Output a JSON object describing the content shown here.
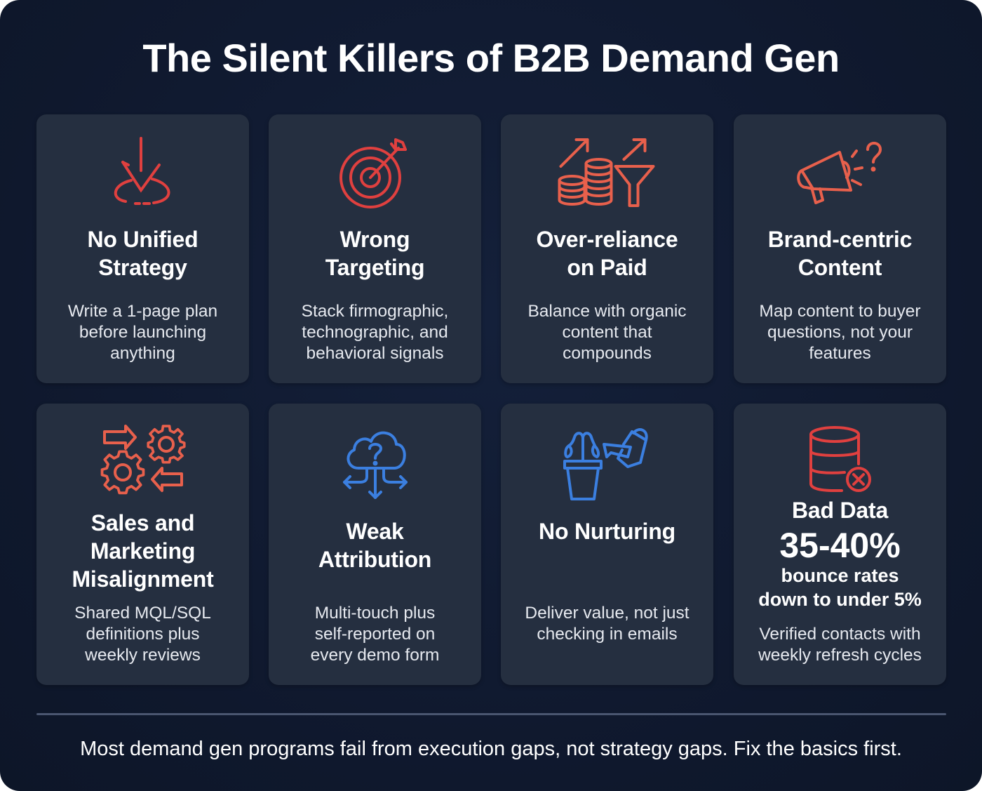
{
  "title": "The Silent Killers of B2B Demand Gen",
  "colors": {
    "background": "#101a30",
    "card": "#252f40",
    "icon_red": "#e0403f",
    "icon_coral": "#e8604c",
    "icon_blue": "#3b7fe0",
    "divider": "#4a5670",
    "text": "#ffffff"
  },
  "cards": [
    {
      "icon": "target-drop-icon",
      "title_line1": "No Unified",
      "title_line2": "Strategy",
      "desc_line1": "Write a 1-page plan",
      "desc_line2": "before launching",
      "desc_line3": "anything"
    },
    {
      "icon": "bullseye-target-icon",
      "title_line1": "Wrong",
      "title_line2": "Targeting",
      "desc_line1": "Stack firmographic,",
      "desc_line2": "technographic, and",
      "desc_line3": "behavioral signals"
    },
    {
      "icon": "coins-funnel-icon",
      "title_line1": "Over-reliance",
      "title_line2": "on Paid",
      "desc_line1": "Balance with organic",
      "desc_line2": "content that",
      "desc_line3": "compounds"
    },
    {
      "icon": "megaphone-question-icon",
      "title_line1": "Brand-centric",
      "title_line2": "Content",
      "desc_line1": "Map content to buyer",
      "desc_line2": "questions, not your",
      "desc_line3": "features"
    },
    {
      "icon": "gears-arrows-icon",
      "title_line1": "Sales and",
      "title_line2": "Marketing",
      "title_line3": "Misalignment",
      "desc_line1": "Shared MQL/SQL",
      "desc_line2": "definitions plus",
      "desc_line3": "weekly reviews"
    },
    {
      "icon": "cloud-question-arrows-icon",
      "title_line1": "Weak",
      "title_line2": "Attribution",
      "desc_line1": "Multi-touch plus",
      "desc_line2": "self-reported on",
      "desc_line3": "every demo form"
    },
    {
      "icon": "wilted-plant-watering-can-icon",
      "title_line1": "No Nurturing",
      "desc_line1": "Deliver value, not just",
      "desc_line2": "checking in emails"
    },
    {
      "icon": "database-error-icon",
      "title_line1": "Bad Data",
      "stat": "35-40%",
      "stat_line1": "bounce rates",
      "stat_line2": "down to under 5%",
      "desc_line1": "Verified contacts with",
      "desc_line2": "weekly refresh cycles"
    }
  ],
  "footer": "Most demand gen programs fail from execution gaps, not strategy gaps. Fix the basics first."
}
